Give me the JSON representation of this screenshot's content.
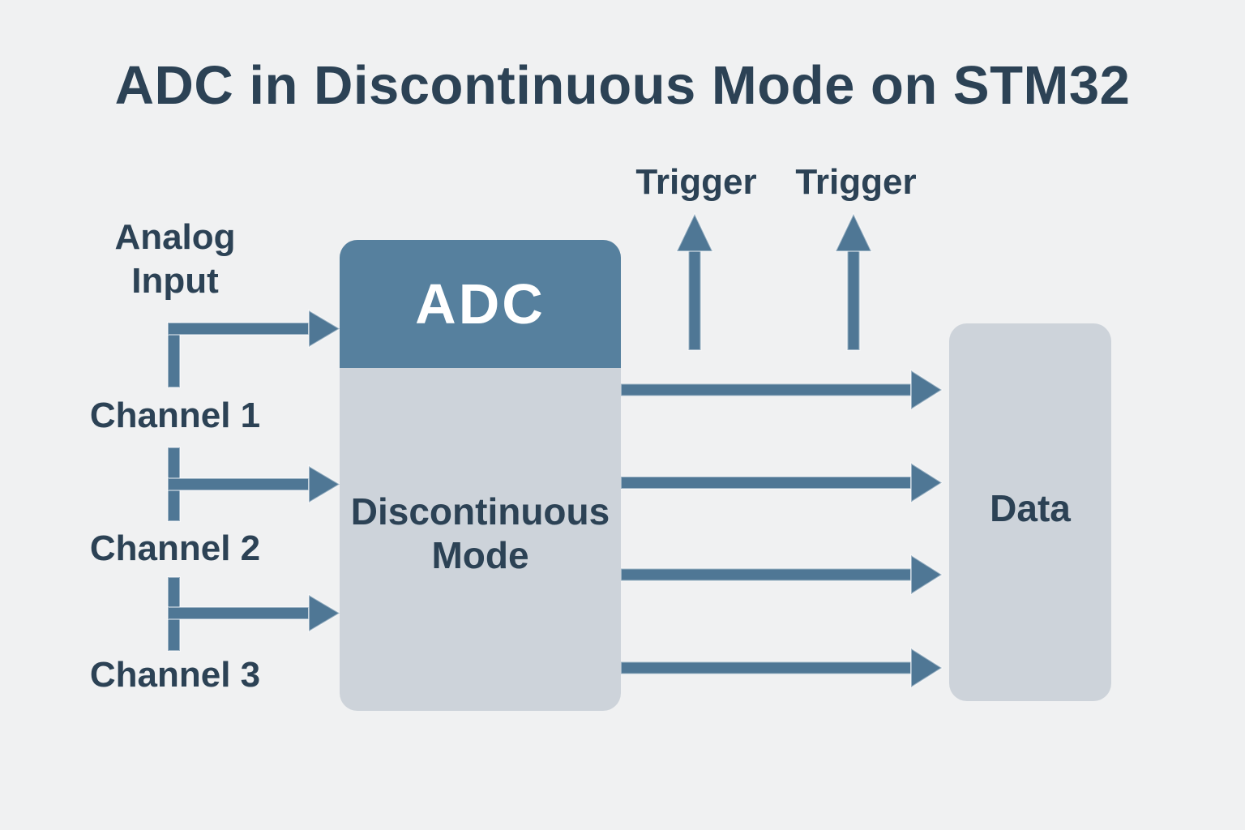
{
  "title": "ADC in Discontinuous Mode on STM32",
  "adc_block": {
    "header_label": "ADC",
    "body_label": "Discontinuous Mode"
  },
  "data_block": {
    "label": "Data"
  },
  "analog_input": {
    "label": "Analog Input",
    "channels": [
      "Channel 1",
      "Channel 2",
      "Channel 3"
    ]
  },
  "triggers": [
    "Trigger",
    "Trigger"
  ],
  "colors": {
    "background": "#f0f1f2",
    "header_blue": "#56809e",
    "arrow_blue": "#4f7795",
    "box_gray": "#cdd3da",
    "text_navy": "#2c4255"
  }
}
